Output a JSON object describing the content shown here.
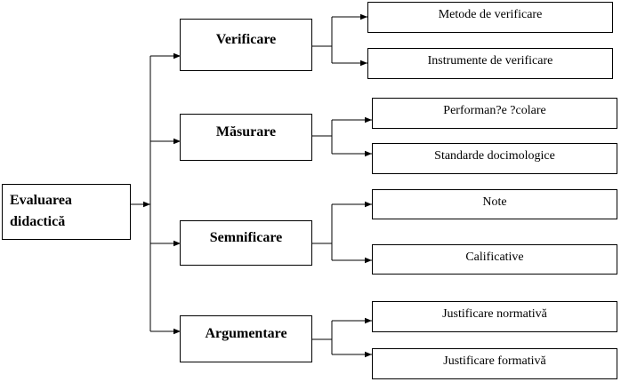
{
  "root": {
    "line1": "Evaluarea",
    "line2": "didactică"
  },
  "categories": [
    {
      "label": "Verificare",
      "items": [
        "Metode de verificare",
        "Instrumente de verificare"
      ]
    },
    {
      "label": "Măsurare",
      "items": [
        "Performan?e ?colare",
        "Standarde docimologice"
      ]
    },
    {
      "label": "Semnificare",
      "items": [
        "Note",
        "Calificative"
      ]
    },
    {
      "label": "Argumentare",
      "items": [
        "Justificare normativă",
        "Justificare formativă"
      ]
    }
  ]
}
